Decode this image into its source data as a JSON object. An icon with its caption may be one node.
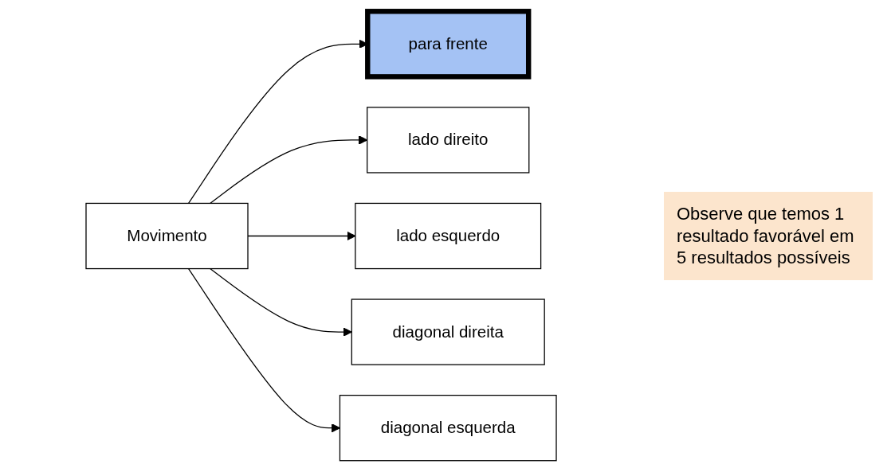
{
  "diagram": {
    "nodes": [
      {
        "text": [
          "Movimento"
        ]
      },
      {
        "text": [
          "para frente"
        ]
      },
      {
        "text": [
          "lado direito"
        ]
      },
      {
        "text": [
          "lado esquerdo"
        ]
      },
      {
        "text": [
          "diagonal direita"
        ]
      },
      {
        "text": [
          "diagonal esquerda"
        ]
      },
      {
        "text": [
          "Observe que temos 1 resultado favorável em 5 resultados possíveis"
        ]
      }
    ],
    "edges": [
      {
        "from": 0,
        "to": 1,
        "arrow": "to"
      },
      {
        "from": 0,
        "to": 2,
        "arrow": "to"
      },
      {
        "from": 0,
        "to": 3,
        "arrow": "to"
      },
      {
        "from": 0,
        "to": 4,
        "arrow": "to"
      },
      {
        "from": 0,
        "to": 5,
        "arrow": "to"
      }
    ]
  }
}
